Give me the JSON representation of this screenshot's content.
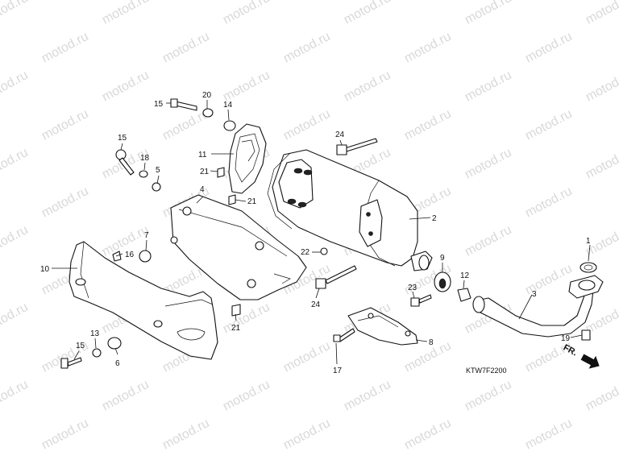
{
  "watermark": {
    "text": "motod.ru"
  },
  "diagram_code": "KTW7F2200",
  "direction_label": "FR.",
  "callouts": {
    "c1": "1",
    "c2": "2",
    "c3": "3",
    "c4": "4",
    "c5": "5",
    "c6": "6",
    "c7": "7",
    "c8": "8",
    "c9": "9",
    "c10": "10",
    "c11": "11",
    "c12": "12",
    "c13": "13",
    "c14": "14",
    "c15a": "15",
    "c15b": "15",
    "c15c": "15",
    "c16": "16",
    "c17": "17",
    "c18": "18",
    "c19": "19",
    "c20": "20",
    "c21a": "21",
    "c21b": "21",
    "c21c": "21",
    "c22": "22",
    "c23": "23",
    "c24a": "24",
    "c24b": "24"
  }
}
